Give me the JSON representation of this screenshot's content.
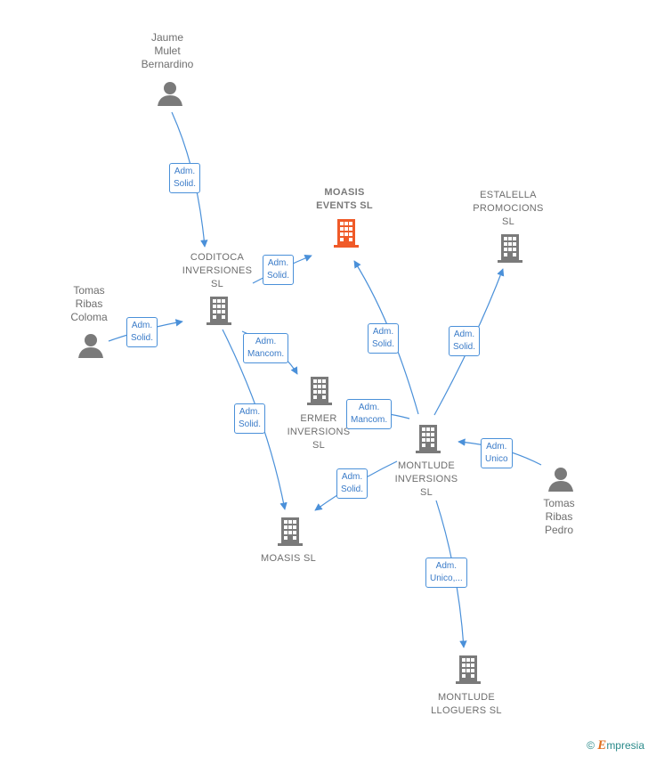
{
  "nodes": {
    "jaume": {
      "label": "Jaume\nMulet\nBernardino",
      "icon": "person-icon"
    },
    "tomas_coloma": {
      "label": "Tomas\nRibas\nColoma",
      "icon": "person-icon"
    },
    "tomas_pedro": {
      "label": "Tomas\nRibas\nPedro",
      "icon": "person-icon"
    },
    "moasis_events": {
      "label": "MOASIS\nEVENTS  SL",
      "icon": "building-icon",
      "color": "#f05a28"
    },
    "estalella": {
      "label": "ESTALELLA\nPROMOCIONS\nSL",
      "icon": "building-icon"
    },
    "coditoca": {
      "label": "CODITOCA\nINVERSIONES\nSL",
      "icon": "building-icon"
    },
    "ermer": {
      "label": "ERMER\nINVERSIONS\nSL",
      "icon": "building-icon"
    },
    "montlude_inv": {
      "label": "MONTLUDE\nINVERSIONS\nSL",
      "icon": "building-icon"
    },
    "moasis": {
      "label": "MOASIS  SL",
      "icon": "building-icon"
    },
    "montlude_llog": {
      "label": "MONTLUDE\nLLOGUERS  SL",
      "icon": "building-icon"
    }
  },
  "edges": [
    {
      "id": "e1",
      "label": "Adm.\nSolid."
    },
    {
      "id": "e2",
      "label": "Adm.\nSolid."
    },
    {
      "id": "e3",
      "label": "Adm.\nSolid."
    },
    {
      "id": "e4",
      "label": "Adm.\nMancom."
    },
    {
      "id": "e5",
      "label": "Adm.\nSolid."
    },
    {
      "id": "e6",
      "label": "Adm.\nSolid."
    },
    {
      "id": "e7",
      "label": "Adm.\nSolid."
    },
    {
      "id": "e8",
      "label": "Adm.\nMancom."
    },
    {
      "id": "e9",
      "label": "Adm.\nSolid."
    },
    {
      "id": "e10",
      "label": "Adm.\nUnico"
    },
    {
      "id": "e11",
      "label": "Adm.\nUnico,..."
    }
  ],
  "colors": {
    "edge": "#4a90d9",
    "node": "#7a7a7a",
    "focus": "#f05a28"
  },
  "footer": {
    "copyright": "©",
    "brand_initial": "E",
    "brand_rest": "mpresia"
  }
}
